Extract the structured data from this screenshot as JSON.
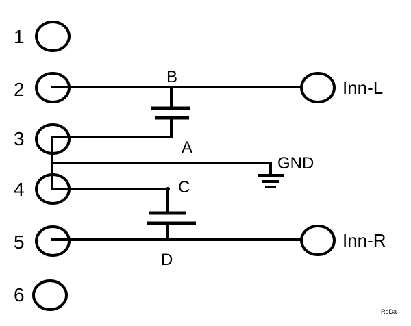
{
  "pins": [
    {
      "number": "1"
    },
    {
      "number": "2"
    },
    {
      "number": "3"
    },
    {
      "number": "4"
    },
    {
      "number": "5"
    },
    {
      "number": "6"
    }
  ],
  "nodes": {
    "a": "A",
    "b": "B",
    "c": "C",
    "d": "D"
  },
  "terminals": {
    "inn_l": "Inn-L",
    "inn_r": "Inn-R",
    "gnd": "GND"
  },
  "signature": "RoDa"
}
